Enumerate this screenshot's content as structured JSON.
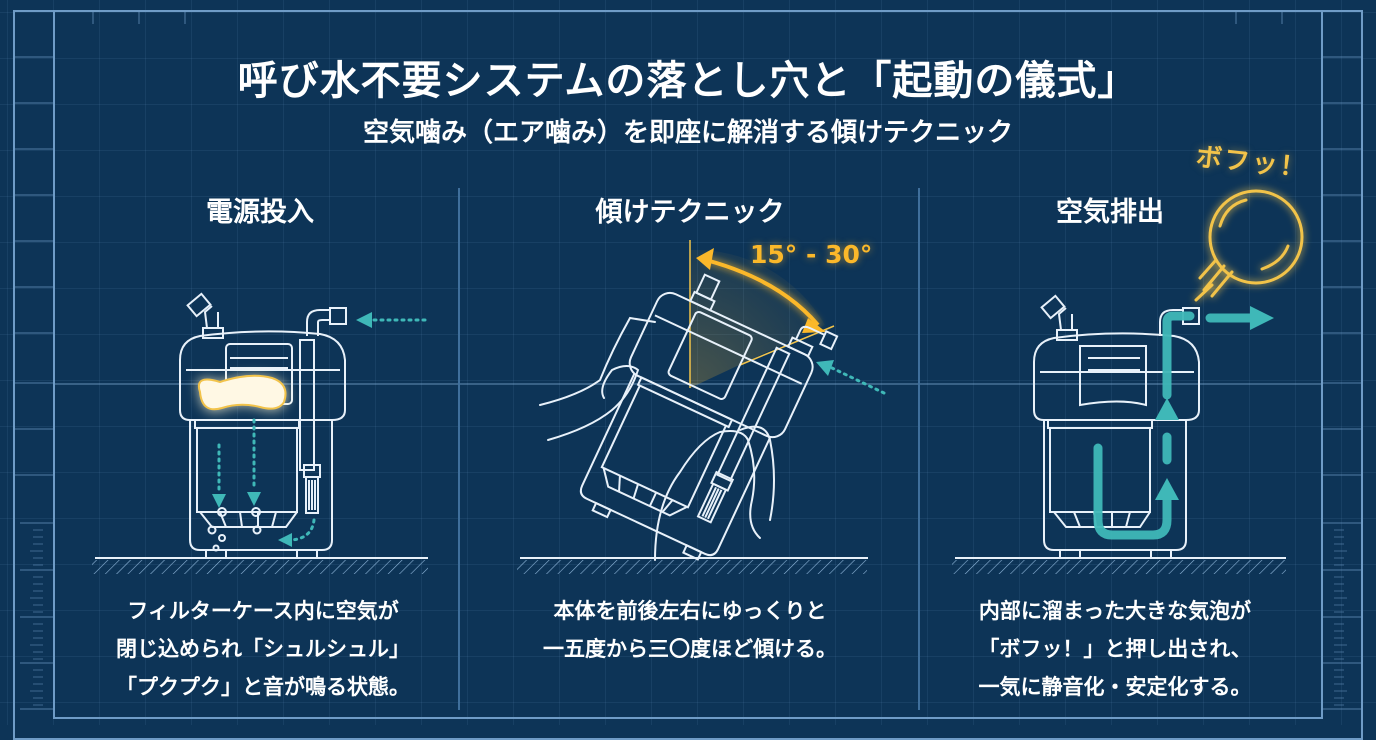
{
  "header": {
    "title": "呼び水不要システムの落とし穴と「起動の儀式」",
    "subtitle": "空気噛み（エア噛み）を即座に解消する傾けテクニック"
  },
  "columns": [
    {
      "title": "電源投入",
      "icon": "filter-with-trapped-air-icon",
      "description_lines": [
        "フィルターケース内に空気が",
        "閉じ込められ「シュルシュル」",
        "「プクプク」と音が鳴る状態。"
      ]
    },
    {
      "title": "傾けテクニック",
      "icon": "tilting-filter-hands-icon",
      "angle_label": "15° - 30°",
      "description_lines": [
        "本体を前後左右にゆっくりと",
        "一五度から三〇度ほど傾ける。"
      ]
    },
    {
      "title": "空気排出",
      "icon": "air-release-bubble-icon",
      "pop_label": "ボフッ！",
      "description_lines": [
        "内部に溜まった大きな気泡が",
        "「ボフッ！」と押し出され、",
        "一気に静音化・安定化する。"
      ]
    }
  ],
  "colors": {
    "background": "#0d3457",
    "line": "#e8f1fa",
    "frame": "#6f9cc7",
    "flow_teal": "#3fb8b8",
    "accent_orange": "#fbb82a",
    "accent_yellow": "#f2c34a",
    "air_glow": "#fff6d0"
  }
}
